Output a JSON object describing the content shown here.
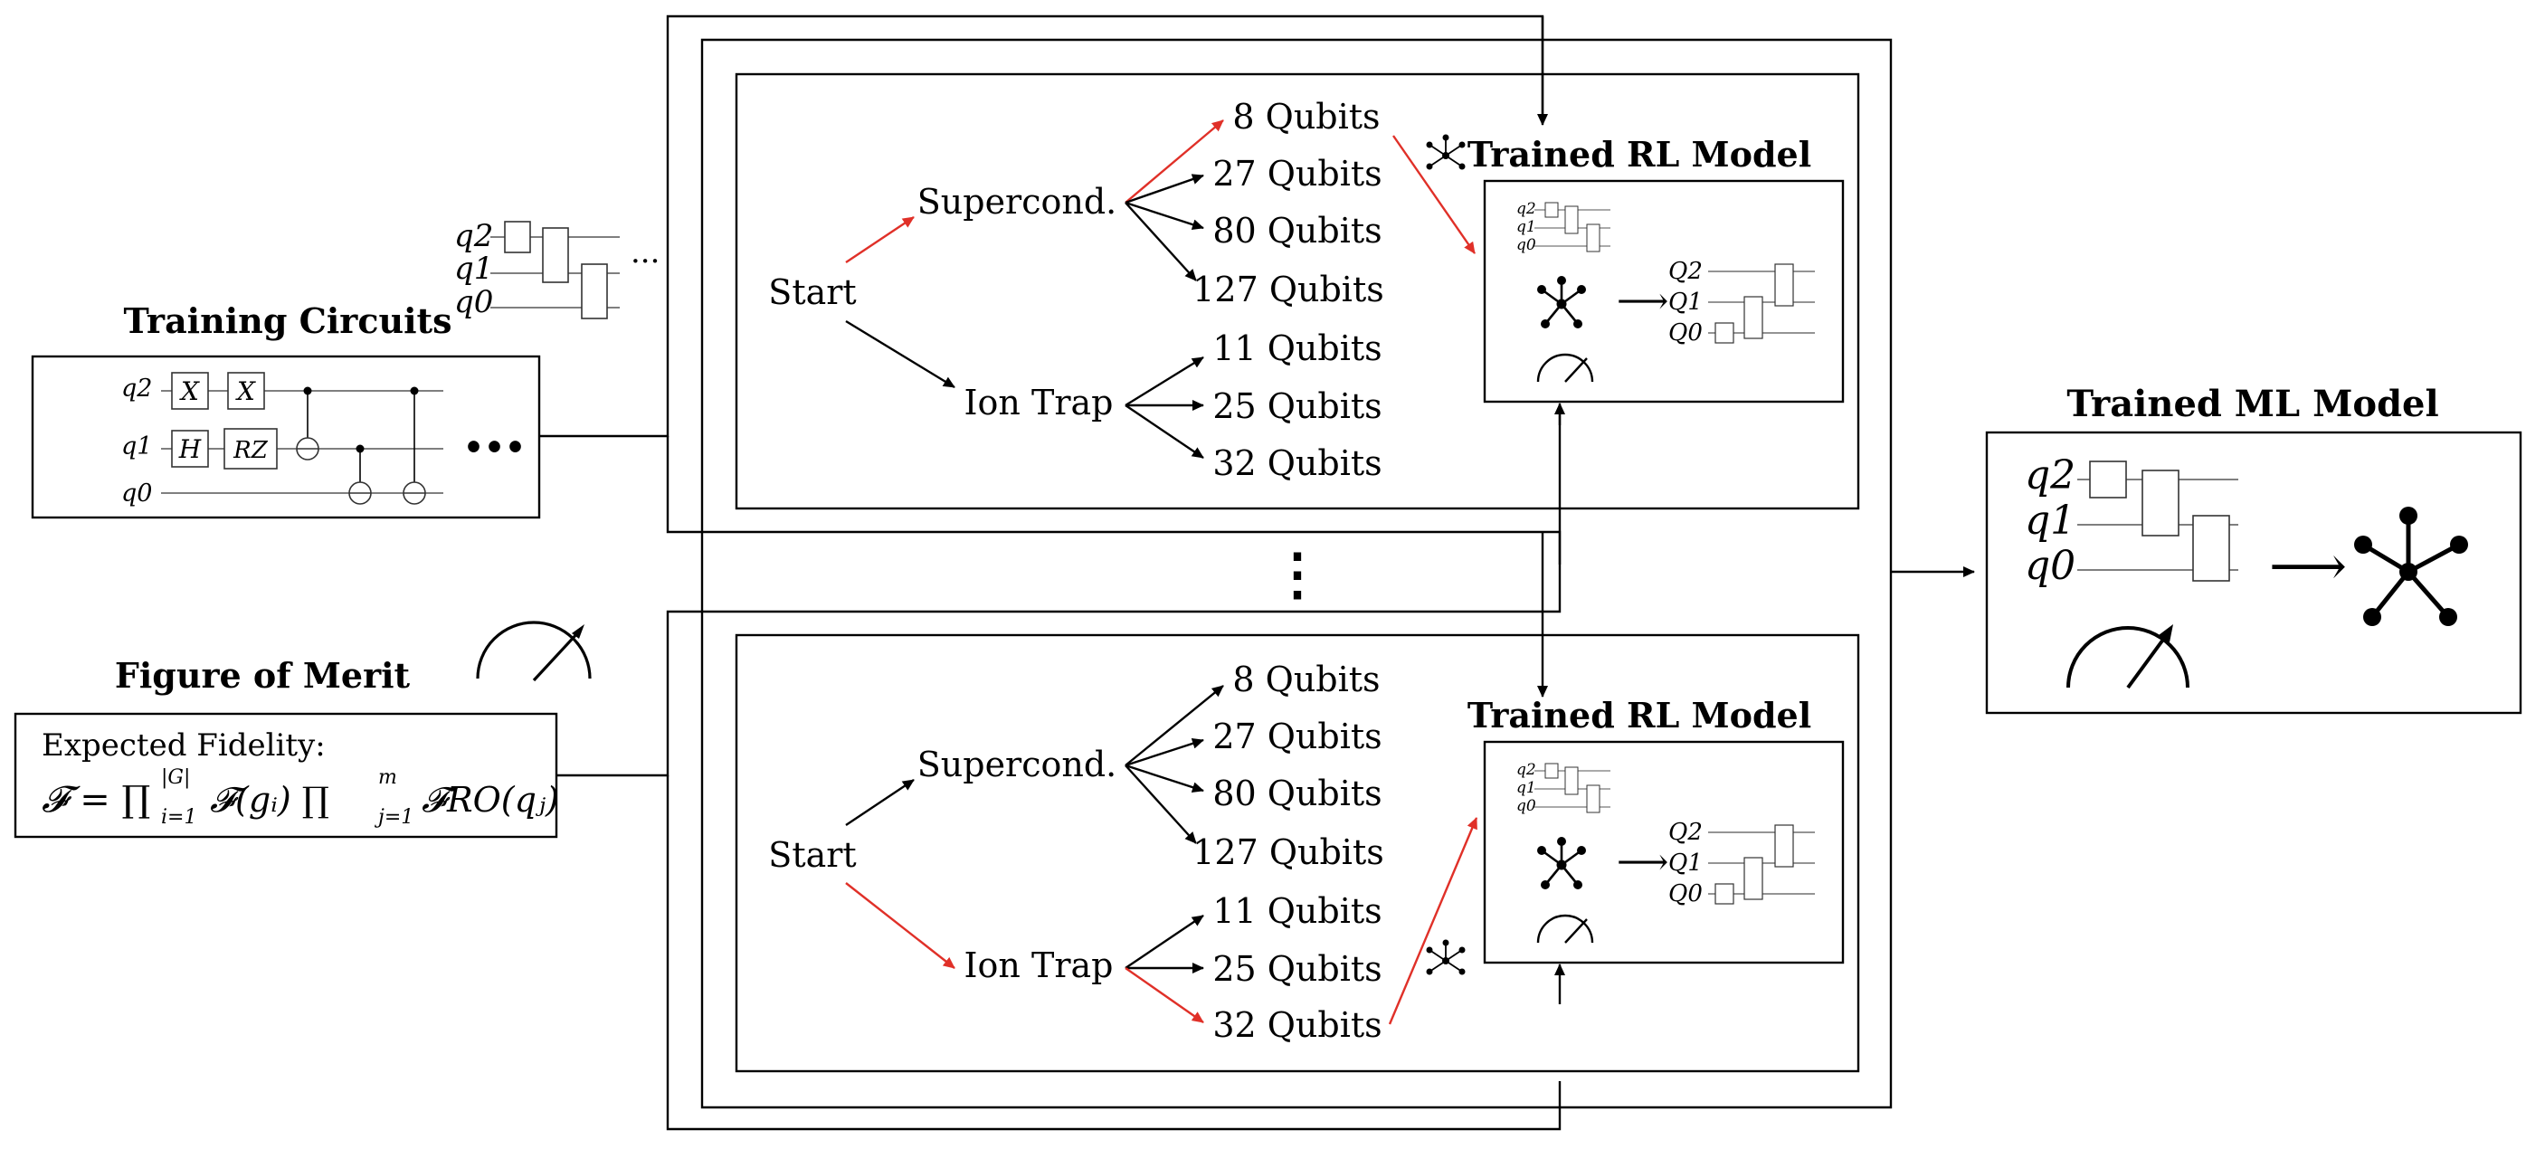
{
  "training_circuits": {
    "title": "Training Circuits",
    "qubit_labels": [
      "q2",
      "q1",
      "q0"
    ],
    "gates": [
      "X",
      "X",
      "H",
      "RZ"
    ],
    "ellipsis": "•••",
    "stack_ellipsis": "···"
  },
  "figure_of_merit": {
    "title": "Figure of Merit",
    "line1": "Expected Fidelity:",
    "formula_main": "𝓕 = ∏",
    "formula_upper1": "|G|",
    "formula_lower1": "i=1",
    "formula_mid": "𝓕(gᵢ) ∏",
    "formula_upper2": "m",
    "formula_lower2": "j=1",
    "formula_tail": "𝓕RO(qⱼ)"
  },
  "panels": [
    {
      "start": "Start",
      "branches": [
        "Supercond.",
        "Ion Trap"
      ],
      "supercond_devices": [
        "8 Qubits",
        "27 Qubits",
        "80 Qubits",
        "127 Qubits"
      ],
      "iontrap_devices": [
        "11 Qubits",
        "25 Qubits",
        "32 Qubits"
      ],
      "rl_title": "Trained RL Model",
      "output_labels": [
        "Q2",
        "Q1",
        "Q0"
      ],
      "input_labels": [
        "q2",
        "q1",
        "q0"
      ],
      "selected_branch": "Supercond.",
      "selected_device": "8 Qubits"
    },
    {
      "start": "Start",
      "branches": [
        "Supercond.",
        "Ion Trap"
      ],
      "supercond_devices": [
        "8 Qubits",
        "27 Qubits",
        "80 Qubits",
        "127 Qubits"
      ],
      "iontrap_devices": [
        "11 Qubits",
        "25 Qubits",
        "32 Qubits"
      ],
      "rl_title": "Trained RL Model",
      "output_labels": [
        "Q2",
        "Q1",
        "Q0"
      ],
      "input_labels": [
        "q2",
        "q1",
        "q0"
      ],
      "selected_branch": "Ion Trap",
      "selected_device": "32 Qubits"
    }
  ],
  "vertical_ellipsis": "⋮",
  "ml_model": {
    "title": "Trained ML Model",
    "qubit_labels": [
      "q2",
      "q1",
      "q0"
    ]
  },
  "colors": {
    "highlight": "#e03028",
    "line": "#000000"
  }
}
